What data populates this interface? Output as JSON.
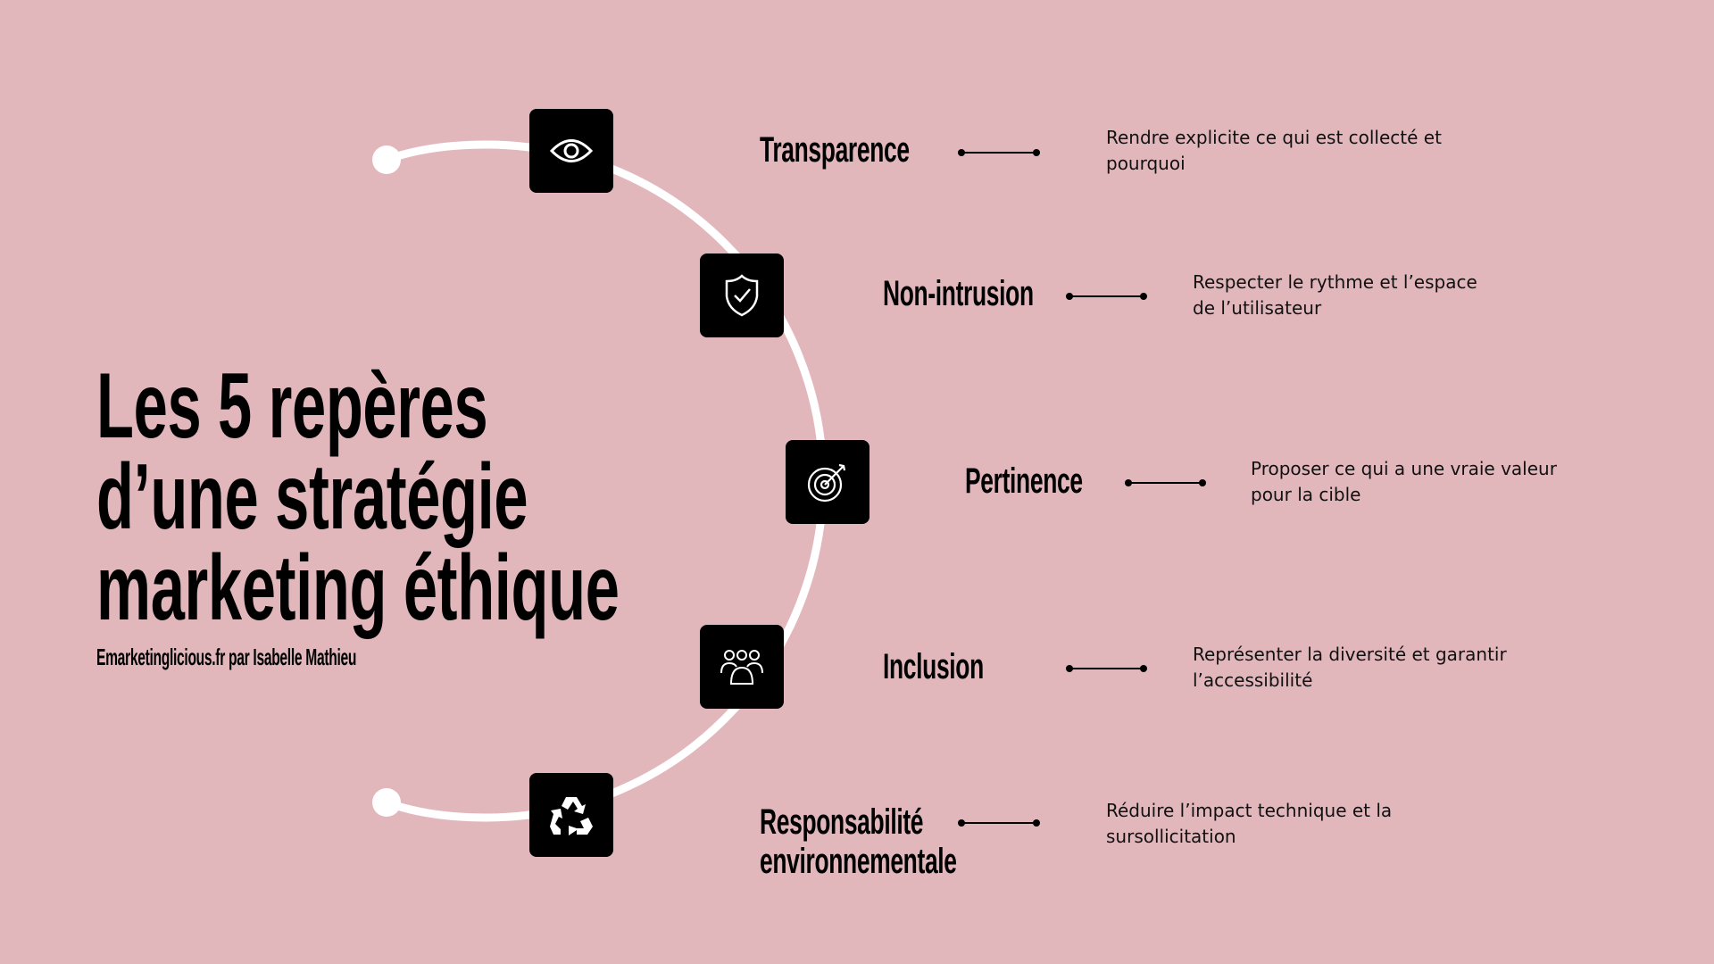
{
  "title": {
    "lines": [
      "Les 5 repères",
      "d’une stratégie",
      "marketing éthique"
    ],
    "subtitle": "Emarketinglicious.fr par Isabelle Mathieu"
  },
  "colors": {
    "background": "#e2b7bc",
    "box": "#000000",
    "arc": "#ffffff"
  },
  "steps": [
    {
      "title": "Transparence",
      "icon": "eye-icon",
      "description": [
        "Rendre explicite ce qui est collecté et",
        "pourquoi"
      ]
    },
    {
      "title": "Non-intrusion",
      "icon": "shield-check-icon",
      "description": [
        "Respecter le rythme et l’espace",
        "de l’utilisateur"
      ]
    },
    {
      "title": "Pertinence",
      "icon": "target-icon",
      "description": [
        "Proposer ce qui a une vraie valeur",
        "pour la cible"
      ]
    },
    {
      "title": "Inclusion",
      "icon": "people-icon",
      "description": [
        "Représenter la diversité et garantir",
        "l’accessibilité"
      ]
    },
    {
      "title": [
        "Responsabilité",
        "environnementale"
      ],
      "icon": "recycle-icon",
      "description": [
        "Réduire l’impact technique et la",
        "sursollicitation"
      ]
    }
  ]
}
